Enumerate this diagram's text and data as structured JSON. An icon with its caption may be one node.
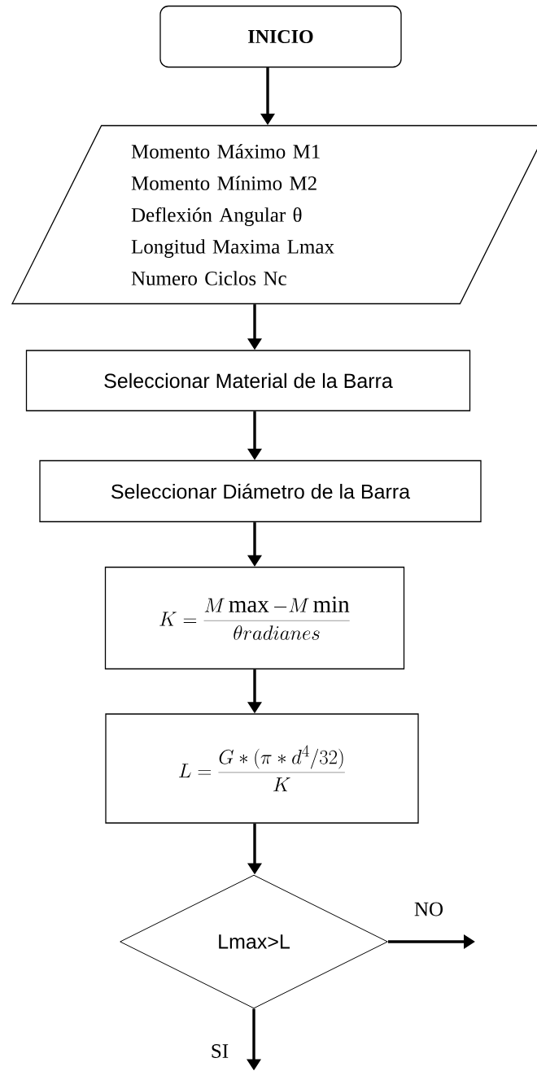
{
  "diagram": {
    "nodes": [
      {
        "text": [
          "INICIO"
        ]
      },
      {
        "text": [
          "Momento Máximo M1",
          "Momento Mínimo M2",
          "Deflexión Angular θ",
          "Longitud Maxima Lmax",
          "Numero Ciclos Nc"
        ]
      },
      {
        "text": [
          "Seleccionar Material de la Barra"
        ]
      },
      {
        "text": [
          "Seleccionar Diámetro  de la Barra"
        ]
      },
      {
        "text": [
          "K = \\frac{M\\max - M\\min}{\\theta radianes}"
        ]
      },
      {
        "text": [
          "L = \\frac{G * (\\pi * d^{4} / 32)}{K}"
        ]
      },
      {
        "text": [
          "Lmax>L"
        ]
      }
    ],
    "edges": [
      {
        "from": 0,
        "to": 1,
        "arrow": "to"
      },
      {
        "from": 1,
        "to": 2,
        "arrow": "to"
      },
      {
        "from": 2,
        "to": 3,
        "arrow": "to"
      },
      {
        "from": 3,
        "to": 4,
        "arrow": "to"
      },
      {
        "from": 4,
        "to": 5,
        "arrow": "to"
      },
      {
        "from": 5,
        "to": 6,
        "arrow": "to"
      },
      {
        "from": 6,
        "to": null,
        "arrow": "to",
        "label": "NO"
      },
      {
        "from": 6,
        "to": null,
        "arrow": "to",
        "label": "SI"
      }
    ]
  }
}
